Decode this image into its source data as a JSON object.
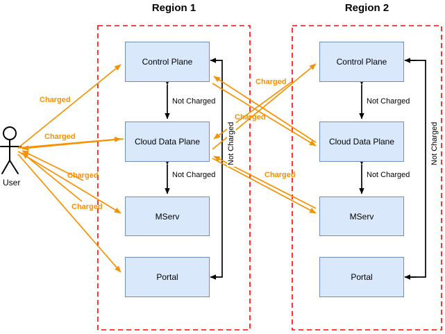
{
  "diagram": {
    "title_region1": "Region 1",
    "title_region2": "Region 2",
    "actor_label": "User",
    "colors": {
      "node_fill": "#dae8fc",
      "node_stroke": "#6c8ebf",
      "charged": "#f79100",
      "not_charged": "#000000",
      "region_boundary": "#ff0000"
    },
    "regions": [
      {
        "name": "Region 1",
        "nodes": [
          {
            "id": "r1-control-plane",
            "label": "Control Plane"
          },
          {
            "id": "r1-cloud-data-plane",
            "label": "Cloud Data Plane"
          },
          {
            "id": "r1-mserv",
            "label": "MServ"
          },
          {
            "id": "r1-portal",
            "label": "Portal"
          }
        ]
      },
      {
        "name": "Region 2",
        "nodes": [
          {
            "id": "r2-control-plane",
            "label": "Control Plane"
          },
          {
            "id": "r2-cloud-data-plane",
            "label": "Cloud Data Plane"
          },
          {
            "id": "r2-mserv",
            "label": "MServ"
          },
          {
            "id": "r2-portal",
            "label": "Portal"
          }
        ]
      }
    ],
    "edge_labels": {
      "charged": "Charged",
      "not_charged": "Not Charged"
    },
    "labels": {
      "charged_user_to_r1_control": "Charged",
      "charged_user_to_r1_cdp": "Charged",
      "charged_user_to_r1_mserv": "Charged",
      "charged_user_to_r1_portal": "Charged",
      "charged_r1_to_r2_control": "Charged",
      "charged_r2_to_r1_cdp": "Charged",
      "charged_r1_to_r2_mserv": "Charged",
      "not_charged_r1_cp_cdp": "Not Charged",
      "not_charged_r1_cdp_mserv": "Not Charged",
      "not_charged_r1_portal_cp": "Not Charged",
      "not_charged_r2_cp_cdp": "Not Charged",
      "not_charged_r2_cdp_mserv": "Not Charged",
      "not_charged_r2_portal_cp": "Not Charged"
    }
  }
}
